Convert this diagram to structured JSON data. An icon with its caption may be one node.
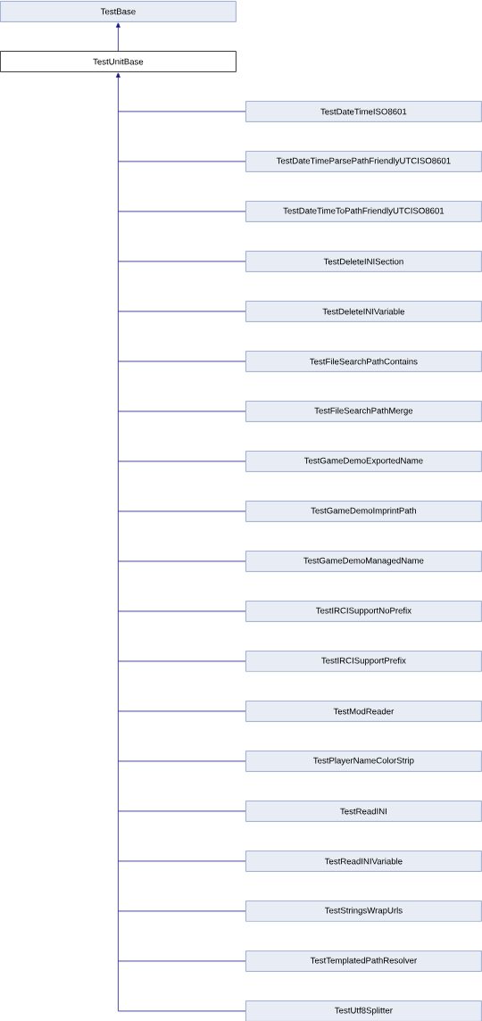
{
  "diagram": {
    "nodes": [
      {
        "text": [
          "TestBase"
        ]
      },
      {
        "text": [
          "TestUnitBase"
        ]
      },
      {
        "text": [
          "TestDateTimeISO8601"
        ]
      },
      {
        "text": [
          "TestDateTimeParsePathFriendlyUTCISO8601"
        ]
      },
      {
        "text": [
          "TestDateTimeToPathFriendlyUTCISO8601"
        ]
      },
      {
        "text": [
          "TestDeleteINISection"
        ]
      },
      {
        "text": [
          "TestDeleteINIVariable"
        ]
      },
      {
        "text": [
          "TestFileSearchPathContains"
        ]
      },
      {
        "text": [
          "TestFileSearchPathMerge"
        ]
      },
      {
        "text": [
          "TestGameDemoExportedName"
        ]
      },
      {
        "text": [
          "TestGameDemoImprintPath"
        ]
      },
      {
        "text": [
          "TestGameDemoManagedName"
        ]
      },
      {
        "text": [
          "TestIRCISupportNoPrefix"
        ]
      },
      {
        "text": [
          "TestIRCISupportPrefix"
        ]
      },
      {
        "text": [
          "TestModReader"
        ]
      },
      {
        "text": [
          "TestPlayerNameColorStrip"
        ]
      },
      {
        "text": [
          "TestReadINI"
        ]
      },
      {
        "text": [
          "TestReadINIVariable"
        ]
      },
      {
        "text": [
          "TestStringsWrapUrls"
        ]
      },
      {
        "text": [
          "TestTemplatedPathResolver"
        ]
      },
      {
        "text": [
          "TestUtf8Splitter"
        ]
      }
    ],
    "edges": [
      {
        "from": 1,
        "to": 0,
        "arrow": "to"
      },
      {
        "from": 2,
        "to": 1,
        "arrow": "to"
      },
      {
        "from": 3,
        "to": 1,
        "arrow": "to"
      },
      {
        "from": 4,
        "to": 1,
        "arrow": "to"
      },
      {
        "from": 5,
        "to": 1,
        "arrow": "to"
      },
      {
        "from": 6,
        "to": 1,
        "arrow": "to"
      },
      {
        "from": 7,
        "to": 1,
        "arrow": "to"
      },
      {
        "from": 8,
        "to": 1,
        "arrow": "to"
      },
      {
        "from": 9,
        "to": 1,
        "arrow": "to"
      },
      {
        "from": 10,
        "to": 1,
        "arrow": "to"
      },
      {
        "from": 11,
        "to": 1,
        "arrow": "to"
      },
      {
        "from": 12,
        "to": 1,
        "arrow": "to"
      },
      {
        "from": 13,
        "to": 1,
        "arrow": "to"
      },
      {
        "from": 14,
        "to": 1,
        "arrow": "to"
      },
      {
        "from": 15,
        "to": 1,
        "arrow": "to"
      },
      {
        "from": 16,
        "to": 1,
        "arrow": "to"
      },
      {
        "from": 17,
        "to": 1,
        "arrow": "to"
      },
      {
        "from": 18,
        "to": 1,
        "arrow": "to"
      },
      {
        "from": 19,
        "to": 1,
        "arrow": "to"
      },
      {
        "from": 20,
        "to": 1,
        "arrow": "to"
      }
    ]
  }
}
